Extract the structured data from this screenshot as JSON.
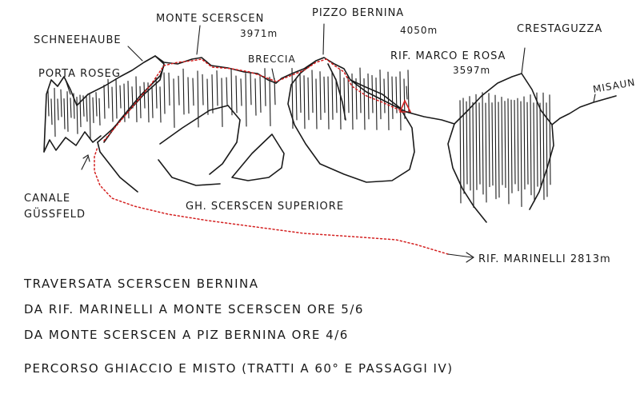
{
  "peaks": {
    "schneehaube": "SCHNEEHAUBE",
    "monte_scerscen": "MONTE SCERSCEN",
    "monte_scerscen_alt": "3971m",
    "pizzo_bernina": "PIZZO BERNINA",
    "pizzo_bernina_alt": "4050m",
    "crestaguzza": "CRESTAGUZZA",
    "porta_roseg": "PORTA ROSEG",
    "breccia": "BRECCIA",
    "rif_marco_rosa": "RIF. MARCO E ROSA",
    "rif_marco_rosa_alt": "3597m",
    "misaun": "MISAUN"
  },
  "features": {
    "canale_1": "CANALE",
    "canale_2": "GÜSSFELD",
    "glacier": "GH. SCERSCEN SUPERIORE",
    "rif_marinelli": "RIF. MARINELLI 2813m"
  },
  "notes": {
    "line1": "TRAVERSATA SCERSCEN BERNINA",
    "line2": "DA RIF. MARINELLI A MONTE SCERSCEN ORE 5/6",
    "line3": "DA MONTE SCERSCEN A PIZ BERNINA ORE 4/6",
    "line4": "PERCORSO GHIACCIO E MISTO (TRATTI A 60° E PASSAGGI IV)"
  },
  "colors": {
    "ink": "#1a1a1a",
    "route": "#d42020"
  }
}
